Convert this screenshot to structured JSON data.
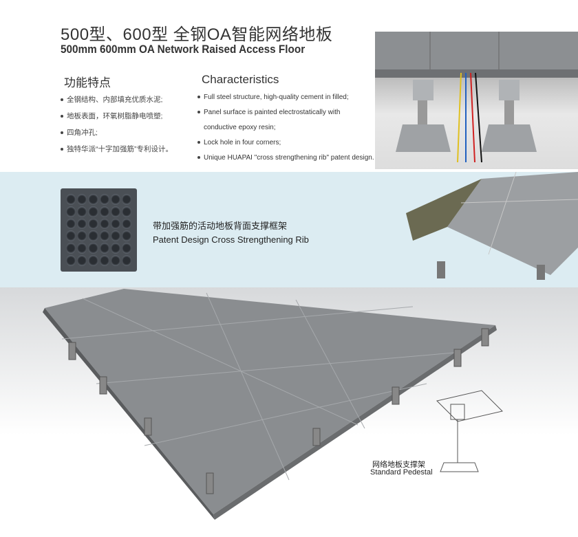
{
  "header": {
    "title_cn": "500型、600型 全钢OA智能网络地板",
    "title_en": "500mm 600mm OA Network Raised Access Floor"
  },
  "features_cn": {
    "heading": "功能特点",
    "items": [
      "全钢结构、内部填充优质水泥;",
      "地板表面，环氧树脂静电喷塑;",
      "四角冲孔;",
      "独特华派“十字加强筋”专利设计。"
    ]
  },
  "features_en": {
    "heading": "Characteristics",
    "items": [
      "Full steel structure, high-quality cement in filled;",
      "Panel surface is painted electrostatically with",
      "conductive epoxy resin;",
      "Lock hole in four corners;",
      "Unique HUAPAI \"cross strengthening rib\" patent design."
    ]
  },
  "rib": {
    "title_cn": "带加强筋的活动地板背面支撑框架",
    "title_en": "Patent Design Cross Strengthening Rib"
  },
  "pedestal": {
    "label_cn": "网络地板支撑架",
    "label_en": "Standard Pedestal"
  },
  "colors": {
    "band": "#dcecf2",
    "panel": "#8a8d90"
  }
}
